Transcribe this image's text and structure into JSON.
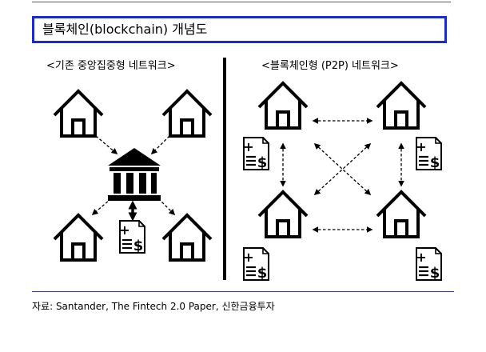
{
  "header": {
    "title": "블록체인(blockchain) 개념도"
  },
  "left_panel": {
    "label": "<기존 중앙집중형 네트워크>",
    "icons": [
      "house-icon",
      "bank-icon",
      "document-dollar-icon"
    ]
  },
  "right_panel": {
    "label": "<블록체인형 (P2P) 네트워크>",
    "icons": [
      "house-icon",
      "document-dollar-icon"
    ]
  },
  "document_symbols": {
    "plus": "+",
    "dollar": "$"
  },
  "footer": {
    "source": "자료: Santander, The Fintech 2.0 Paper, 신한금융투자"
  },
  "colors": {
    "title_border": "#1c2bd1",
    "divider": "#000000",
    "rule": "#3b3b9a"
  }
}
